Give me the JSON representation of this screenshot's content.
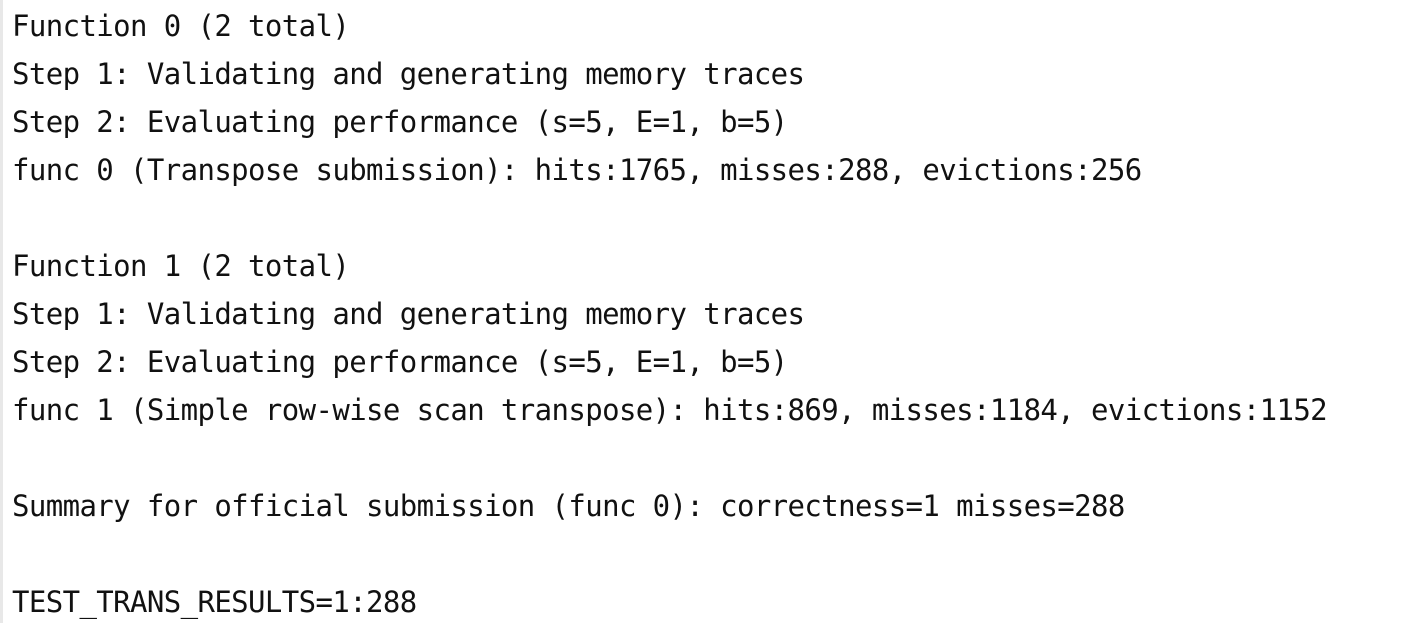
{
  "terminal": {
    "lines": [
      "Function 0 (2 total)",
      "Step 1: Validating and generating memory traces",
      "Step 2: Evaluating performance (s=5, E=1, b=5)",
      "func 0 (Transpose submission): hits:1765, misses:288, evictions:256",
      "",
      "Function 1 (2 total)",
      "Step 1: Validating and generating memory traces",
      "Step 2: Evaluating performance (s=5, E=1, b=5)",
      "func 1 (Simple row-wise scan transpose): hits:869, misses:1184, evictions:1152",
      "",
      "Summary for official submission (func 0): correctness=1 misses=288",
      "",
      "TEST_TRANS_RESULTS=1:288"
    ]
  }
}
